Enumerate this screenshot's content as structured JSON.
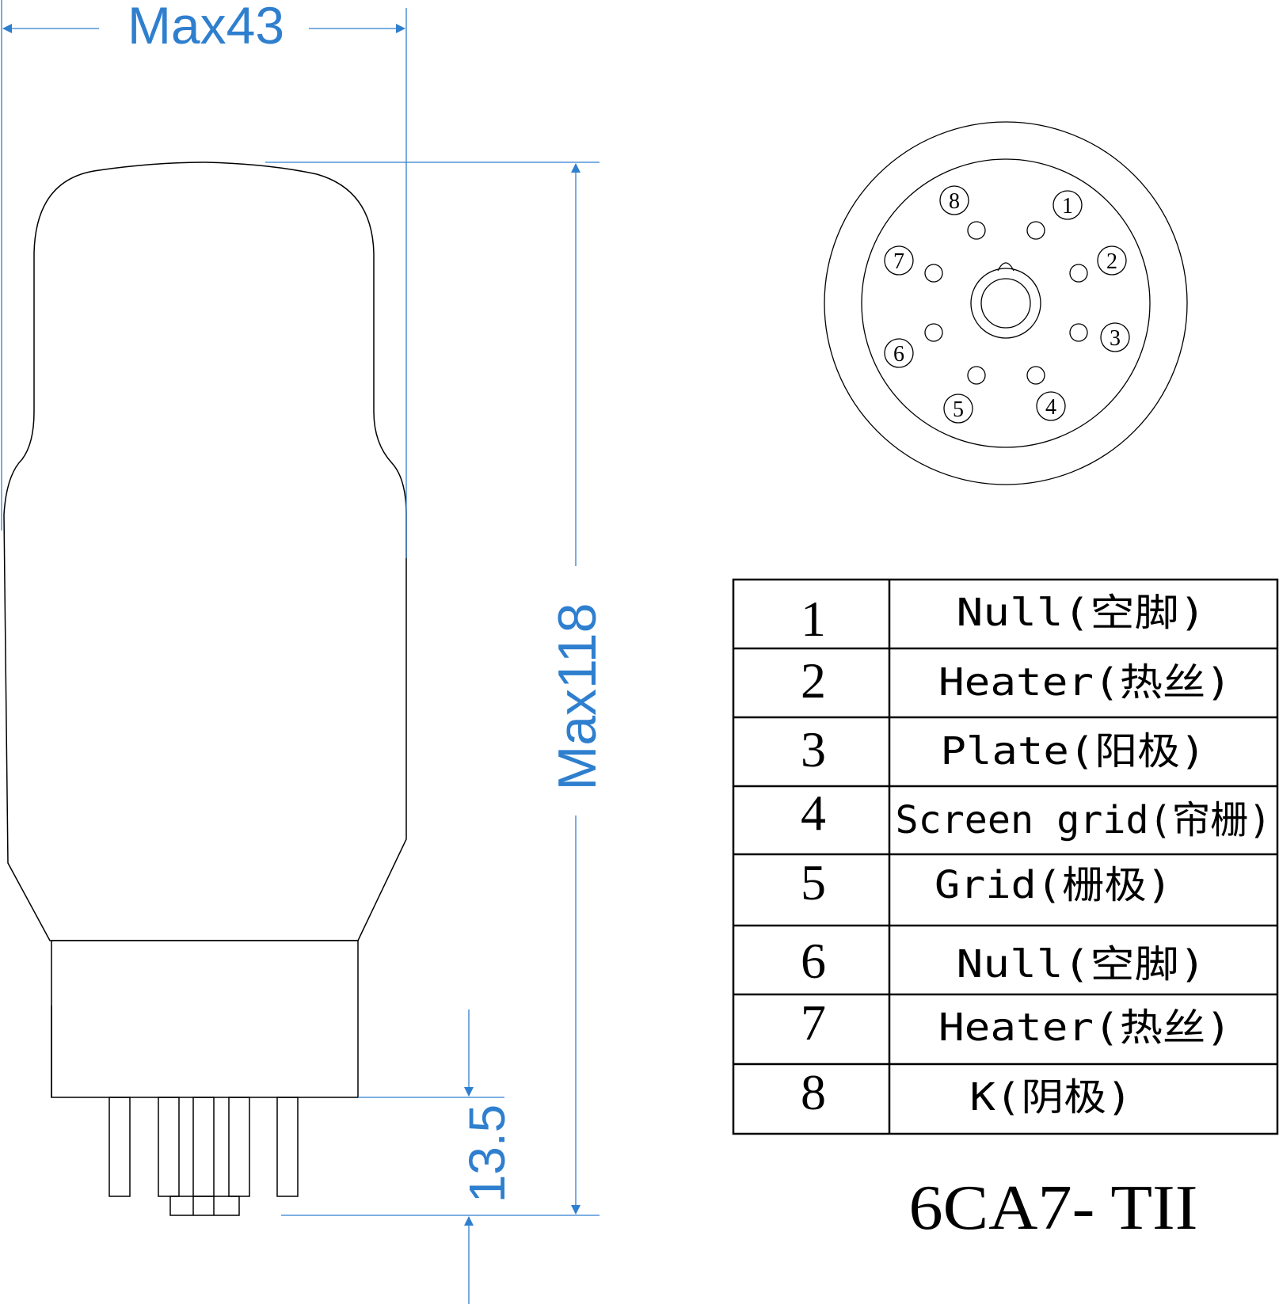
{
  "dimensions": {
    "width_label": "Max43",
    "height_label": "Max118",
    "pin_length_label": "13.5"
  },
  "socket": {
    "pins": [
      {
        "num": "8"
      },
      {
        "num": "1"
      },
      {
        "num": "7"
      },
      {
        "num": "2"
      },
      {
        "num": "6"
      },
      {
        "num": "3"
      },
      {
        "num": "5"
      },
      {
        "num": "4"
      }
    ]
  },
  "pinout": {
    "rows": [
      {
        "pin": "1",
        "function": "Null(空脚)"
      },
      {
        "pin": "2",
        "function": "Heater(热丝)"
      },
      {
        "pin": "3",
        "function": "Plate(阳极)"
      },
      {
        "pin": "4",
        "function": "Screen grid(帘栅)"
      },
      {
        "pin": "5",
        "function": "Grid(栅极)"
      },
      {
        "pin": "6",
        "function": "Null(空脚)"
      },
      {
        "pin": "7",
        "function": "Heater(热丝)"
      },
      {
        "pin": "8",
        "function": "K(阴极)"
      }
    ]
  },
  "model": "6CA7- TII",
  "colors": {
    "dimension": "#2f7fcf",
    "outline": "#000000"
  }
}
